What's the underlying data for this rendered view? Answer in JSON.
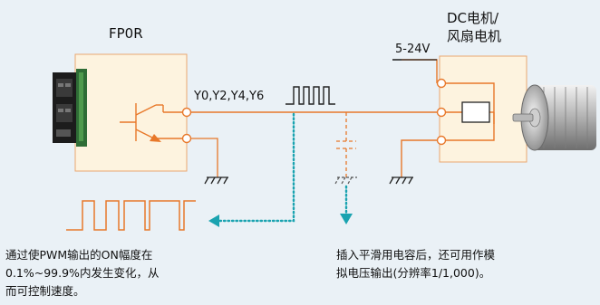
{
  "plc": {
    "title": "FP0R"
  },
  "motor": {
    "title_line1": "DC电机/",
    "title_line2": "风扇电机"
  },
  "supply": {
    "voltage": "5-24V"
  },
  "outputs": {
    "label": "Y0,Y2,Y4,Y6"
  },
  "notes": {
    "pwm_line1": "通过使PWM输出的ON幅度在",
    "pwm_line2": "0.1%~99.9%内发生变化，从",
    "pwm_line3": "而可控制速度。",
    "cap_line1": "插入平滑用电容后，还可用作模",
    "cap_line2": "拟电压输出(分辨率1/1,000)。"
  },
  "colors": {
    "background": "#eaf1f6",
    "plc_panel": "#fdf3df",
    "motor_panel": "#fdf3df",
    "wire": "#e8782a",
    "arrow": "#1aa3b0",
    "text": "#111111"
  }
}
